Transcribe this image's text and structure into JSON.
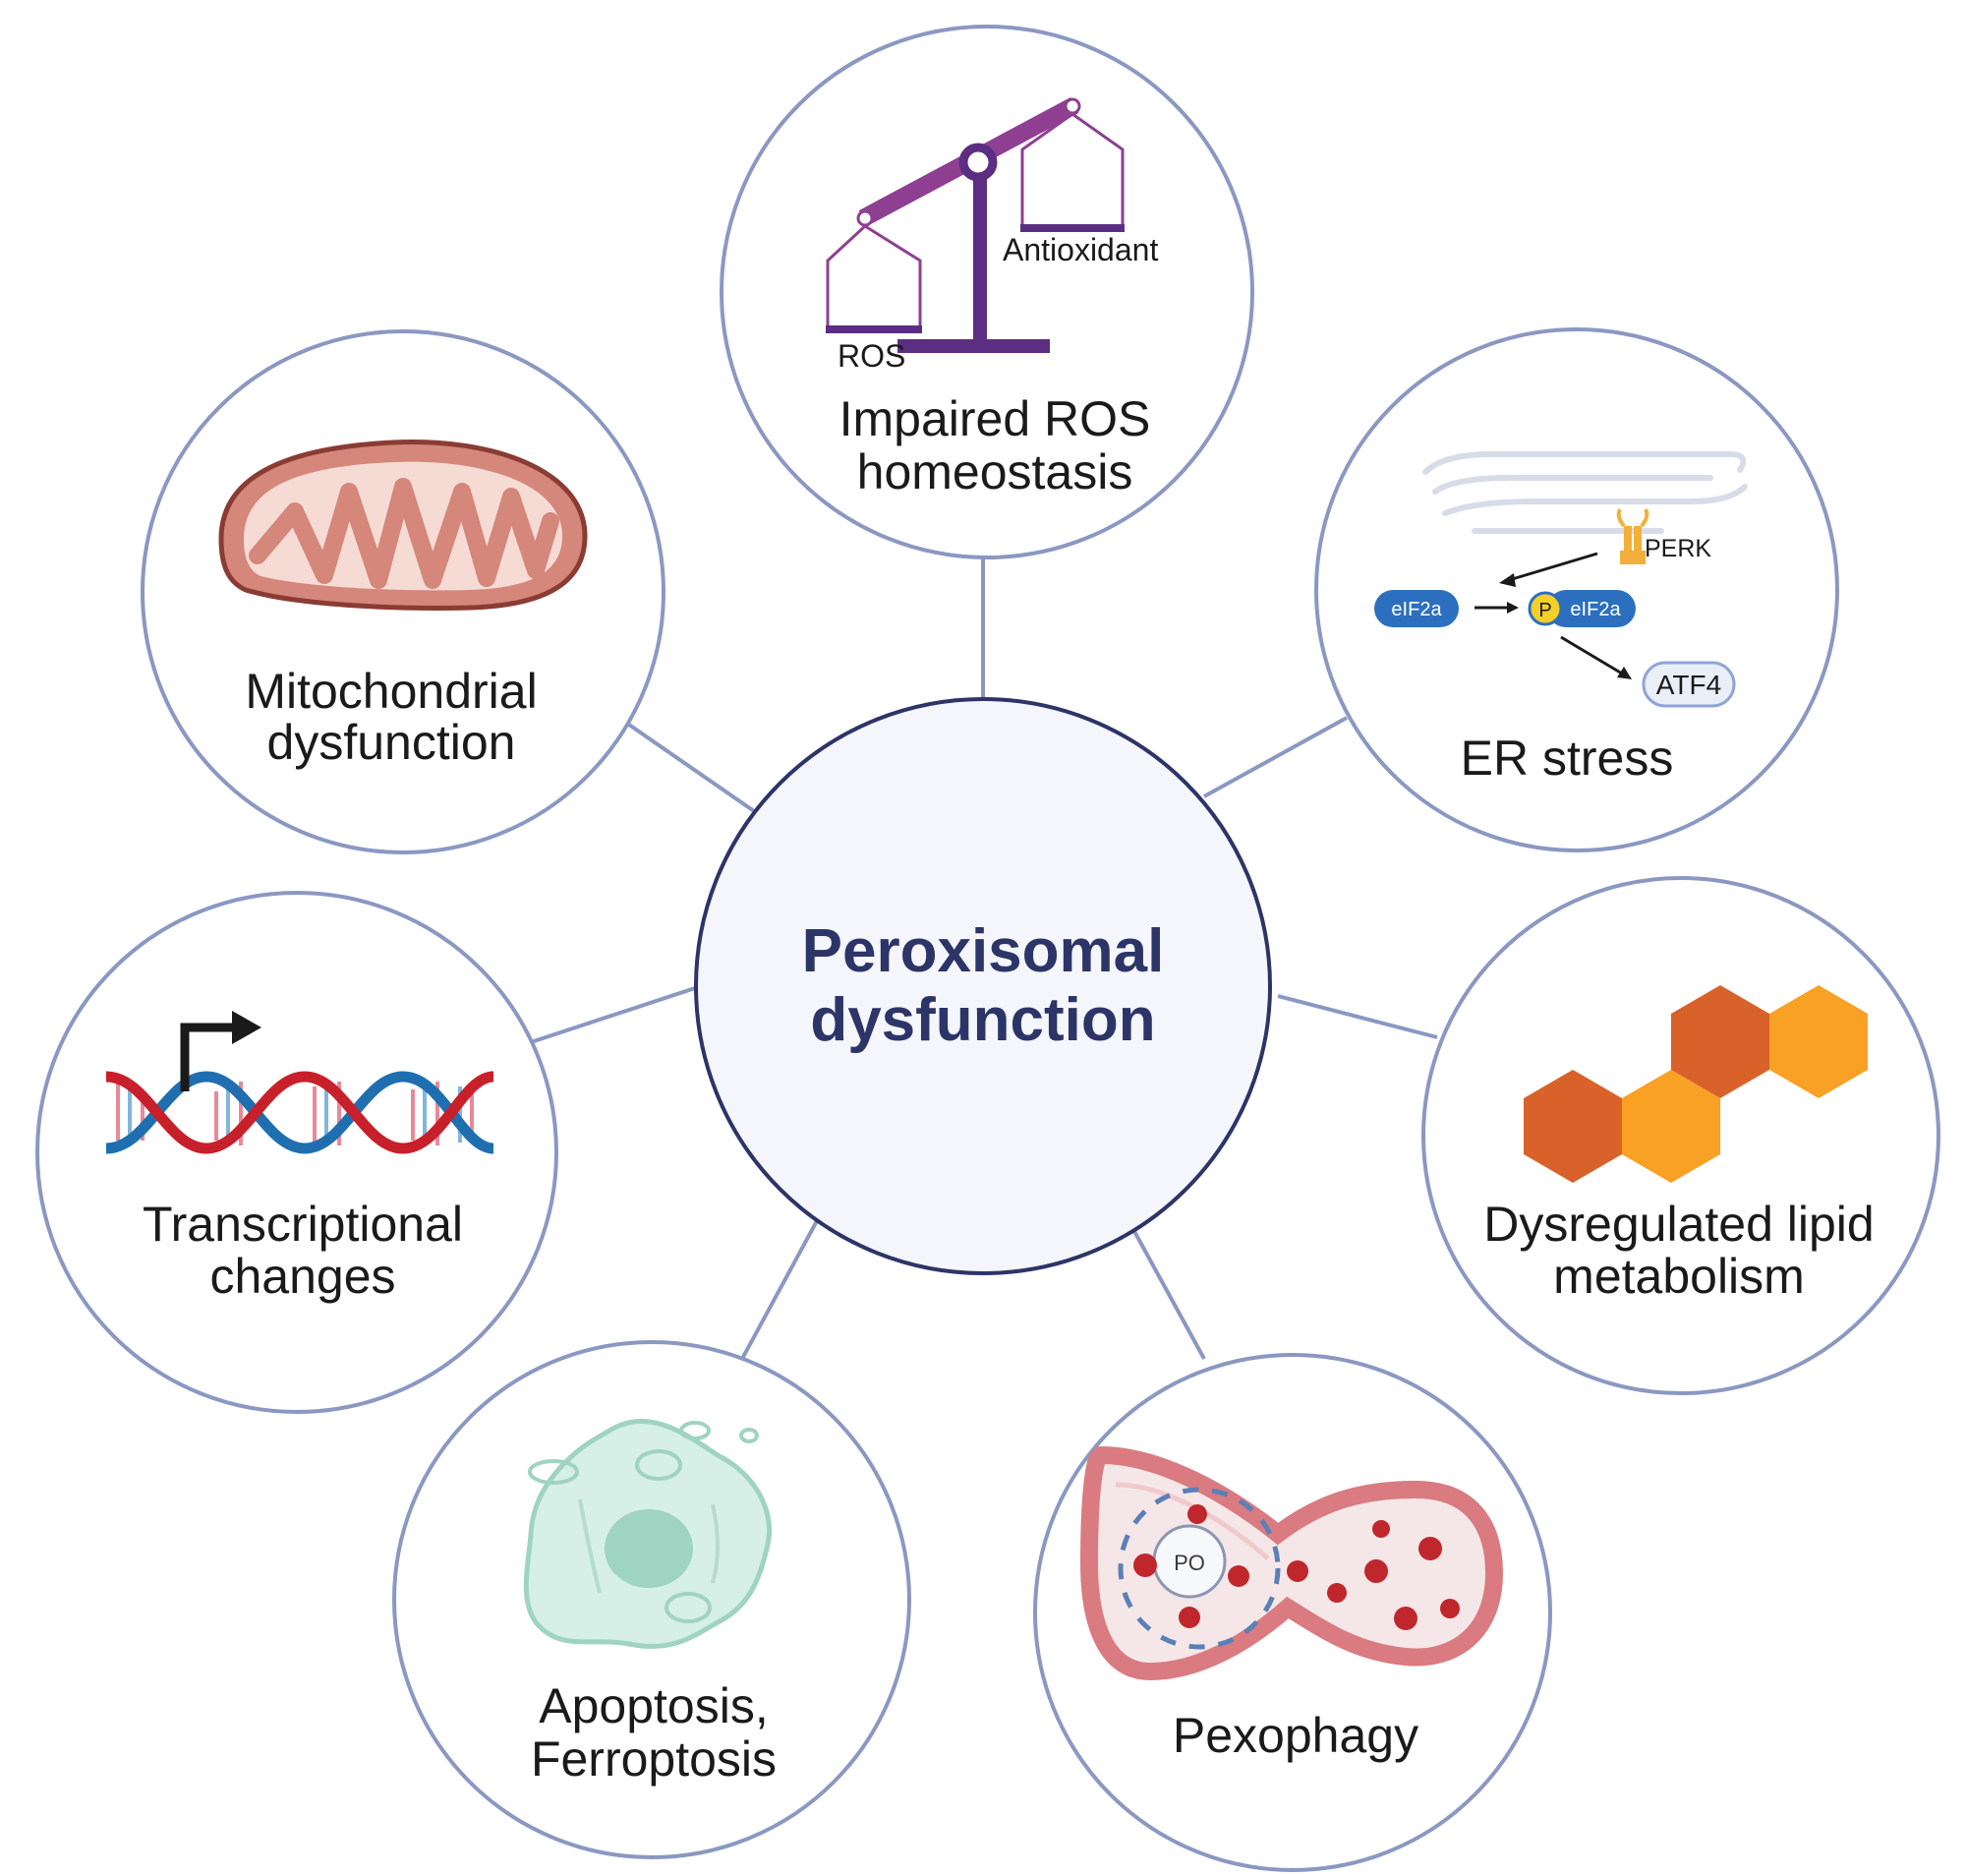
{
  "center": {
    "line1": "Peroxisomal",
    "line2": "dysfunction"
  },
  "nodes": {
    "ros": {
      "line1": "Impaired ROS",
      "line2": "homeostasis",
      "antioxidant_label": "Antioxidant",
      "ros_label": "ROS"
    },
    "er": {
      "line1": "ER stress",
      "perk_label": "PERK",
      "eif2a_label": "eIF2a",
      "eif2a_p_label": "eIF2a",
      "p_label": "P",
      "atf4_label": "ATF4"
    },
    "lipid": {
      "line1": "Dysregulated lipid",
      "line2": "metabolism"
    },
    "pexophagy": {
      "line1": "Pexophagy",
      "po_label": "PO"
    },
    "apoptosis": {
      "line1": "Apoptosis,",
      "line2": "Ferroptosis"
    },
    "transcription": {
      "line1": "Transcriptional",
      "line2": "changes"
    },
    "mito": {
      "line1": "Mitochondrial",
      "line2": "dysfunction"
    }
  },
  "colors": {
    "ring": "#8a98c2",
    "center_fill": "#f4f6fc",
    "center_ring": "#2d3467",
    "center_text": "#2d3467",
    "scale": "#8e3f92",
    "dna_red": "#c8202b",
    "dna_blue": "#1f6fb0",
    "hex_dark": "#d9622b",
    "hex_light": "#f9a124"
  }
}
